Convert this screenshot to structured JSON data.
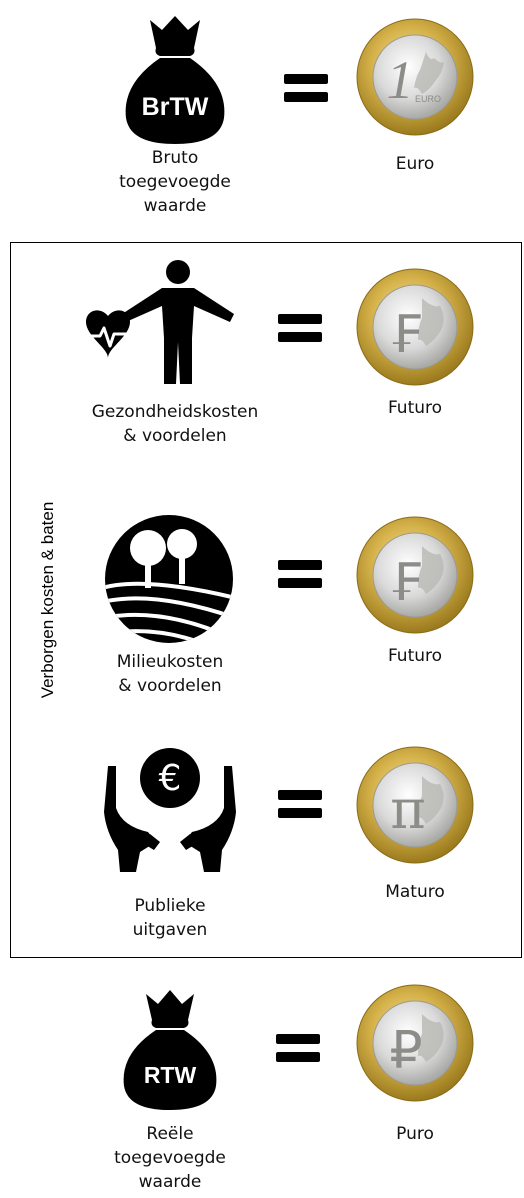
{
  "top": {
    "bag_text": "BrTW",
    "label_lines": [
      "Bruto",
      "toegevoegde",
      "waarde"
    ],
    "coin_label": "Euro",
    "coin_symbol_icon": "one-euro-coin-icon"
  },
  "hidden_section": {
    "vertical_label": "Verborgen kosten & baten",
    "rows": [
      {
        "icon": "health-person-icon",
        "label_lines": [
          "Gezondheidskosten",
          "& voordelen"
        ],
        "coin_label": "Futuro",
        "coin_symbol": "₣"
      },
      {
        "icon": "landscape-trees-icon",
        "label_lines": [
          "Milieukosten",
          "& voordelen"
        ],
        "coin_label": "Futuro",
        "coin_symbol": "₣"
      },
      {
        "icon": "hands-euro-icon",
        "euro_sign": "€",
        "label_lines": [
          "Publieke",
          "uitgaven"
        ],
        "coin_label": "Maturo",
        "coin_symbol": "π"
      }
    ]
  },
  "bottom": {
    "bag_text": "RTW",
    "label_lines": [
      "Reële",
      "toegevoegde",
      "waarde"
    ],
    "coin_label": "Puro",
    "coin_symbol": "₽"
  },
  "colors": {
    "coin_gold": "#c9a43a",
    "coin_silver": "#d8d8d6",
    "icon_black": "#000000"
  }
}
